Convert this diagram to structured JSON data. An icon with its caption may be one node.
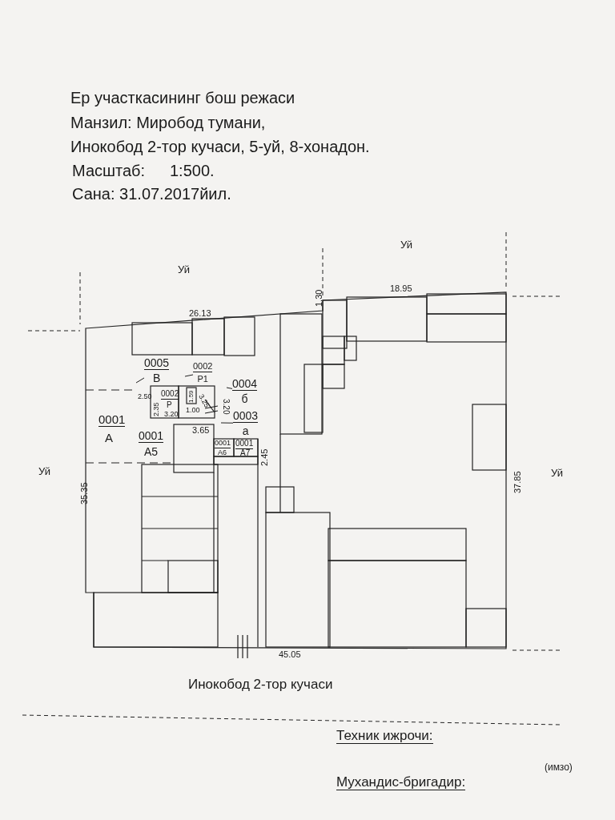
{
  "diagram": {
    "title": "Ер участкасининг бош режаси",
    "nodes": [
      {
        "text": [
          "0005",
          "В"
        ]
      },
      {
        "text": [
          "0002",
          "Р1"
        ]
      },
      {
        "text": [
          "0004",
          "б"
        ]
      },
      {
        "text": [
          "0003",
          "а"
        ]
      }
    ],
    "edges": [
      {
        "from": 0,
        "to": null,
        "arrow": "none"
      },
      {
        "from": 1,
        "to": null,
        "arrow": "none"
      },
      {
        "from": 2,
        "to": null,
        "arrow": "none"
      },
      {
        "from": 3,
        "to": null,
        "arrow": "none"
      }
    ],
    "labels": [
      "Манзил: Миробод тумани,",
      "Инокобод 2-тор кучаси, 5-уй, 8-хонадон.",
      "Масштаб:",
      "1:500.",
      "Сана: 31.07.2017йил.",
      "Уй",
      "Уй",
      "18.95",
      "1.30",
      "26.13",
      "0001",
      "А",
      "0002",
      "Р",
      "2.50",
      "2.35",
      "3.20",
      "1.59",
      "1.00",
      "3.25",
      "3.20",
      "0001",
      "А5",
      "0001",
      "А6",
      "0001",
      "А7",
      "3.65",
      "2.45",
      "Уй",
      "35.35",
      "37.85",
      "Уй",
      "45.05",
      "Инокобод 2-тор кучаси",
      "Техник ижрочи:",
      "(имзо)",
      "Мухандис-бригадир:"
    ]
  }
}
